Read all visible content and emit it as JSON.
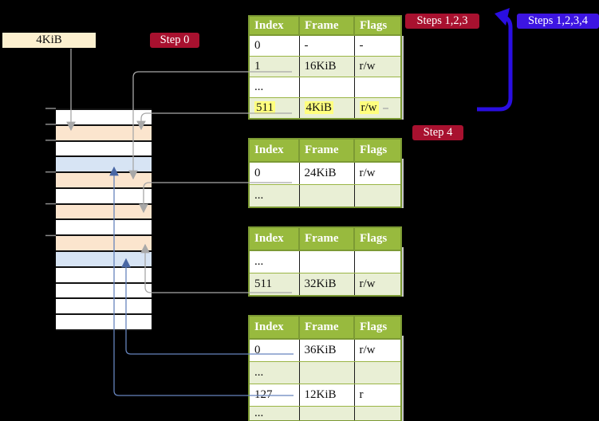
{
  "labels": {
    "page_size": "4KiB"
  },
  "badges": {
    "step0": "Step 0",
    "steps123": "Steps 1,2,3",
    "steps1234": "Steps 1,2,3,4",
    "step4": "Step 4"
  },
  "memory": {
    "row_colors": [
      "white",
      "peach",
      "white",
      "blue",
      "peach",
      "white",
      "peach",
      "white",
      "peach",
      "blue",
      "white",
      "white",
      "white",
      "white"
    ],
    "tick_rows": [
      0,
      1,
      2,
      4,
      6,
      8
    ]
  },
  "tables": [
    {
      "name": "page-table-level-4",
      "headers": [
        "Index",
        "Frame",
        "Flags"
      ],
      "rows": [
        {
          "cells": [
            "0",
            "-",
            "-"
          ],
          "shaded": false,
          "highlight": false
        },
        {
          "cells": [
            "1",
            "16KiB",
            "r/w"
          ],
          "shaded": true,
          "highlight": false
        },
        {
          "cells": [
            "...",
            "",
            ""
          ],
          "shaded": false,
          "highlight": false
        },
        {
          "cells": [
            "511",
            "4KiB",
            "r/w"
          ],
          "shaded": true,
          "highlight": true
        }
      ]
    },
    {
      "name": "page-table-level-3",
      "headers": [
        "Index",
        "Frame",
        "Flags"
      ],
      "rows": [
        {
          "cells": [
            "0",
            "24KiB",
            "r/w"
          ],
          "shaded": false,
          "highlight": false
        },
        {
          "cells": [
            "...",
            "",
            ""
          ],
          "shaded": true,
          "highlight": false
        }
      ]
    },
    {
      "name": "page-table-level-2",
      "headers": [
        "Index",
        "Frame",
        "Flags"
      ],
      "rows": [
        {
          "cells": [
            "...",
            "",
            ""
          ],
          "shaded": false,
          "highlight": false
        },
        {
          "cells": [
            "511",
            "32KiB",
            "r/w"
          ],
          "shaded": true,
          "highlight": false
        }
      ]
    },
    {
      "name": "page-table-level-1",
      "headers": [
        "Index",
        "Frame",
        "Flags"
      ],
      "rows": [
        {
          "cells": [
            "0",
            "36KiB",
            "r/w"
          ],
          "shaded": false,
          "highlight": false
        },
        {
          "cells": [
            "...",
            "",
            ""
          ],
          "shaded": true,
          "highlight": false
        },
        {
          "cells": [
            "127",
            "12KiB",
            "r"
          ],
          "shaded": false,
          "highlight": false
        },
        {
          "cells": [
            "...",
            "",
            ""
          ],
          "shaded": true,
          "highlight": false
        }
      ]
    }
  ],
  "colors": {
    "cream": "#fcf0cf",
    "peach": "#fbe5ce",
    "light_blue": "#d7e4f4",
    "header_green": "#98ba3e",
    "row_green": "#e9efd5",
    "border_olive": "#7c9a34",
    "badge_red": "#a8112f",
    "badge_blue": "#3d15e2",
    "arrow_gray": "#a8a8a8",
    "arrow_blue": "#6684bd",
    "arrow_blue_head": "#4a68a5",
    "big_arrow_blue": "#2a0ee2",
    "highlight_yellow": "#ffff7e"
  }
}
